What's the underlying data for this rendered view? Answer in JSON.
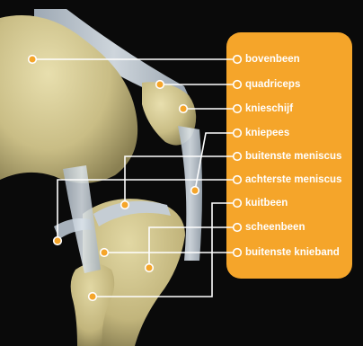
{
  "diagram": {
    "labels": [
      {
        "id": "bovenbeen",
        "text": "bovenbeen"
      },
      {
        "id": "quadriceps",
        "text": "quadriceps"
      },
      {
        "id": "knieschijf",
        "text": "knieschijf"
      },
      {
        "id": "kniepees",
        "text": "kniepees"
      },
      {
        "id": "buitenste-meniscus",
        "text": "buitenste meniscus"
      },
      {
        "id": "achterste-meniscus",
        "text": "achterste meniscus"
      },
      {
        "id": "kuitbeen",
        "text": "kuitbeen"
      },
      {
        "id": "scheenbeen",
        "text": "scheenbeen"
      },
      {
        "id": "buitenste-knieband",
        "text": "buitenste knieband"
      }
    ]
  },
  "colors": {
    "background": "#0a0a0a",
    "panel": "#f5a52a",
    "bone": "#d2c690",
    "ligament": "#c9d4de",
    "leader": "#ffffff",
    "dot": "#f5a52a"
  }
}
